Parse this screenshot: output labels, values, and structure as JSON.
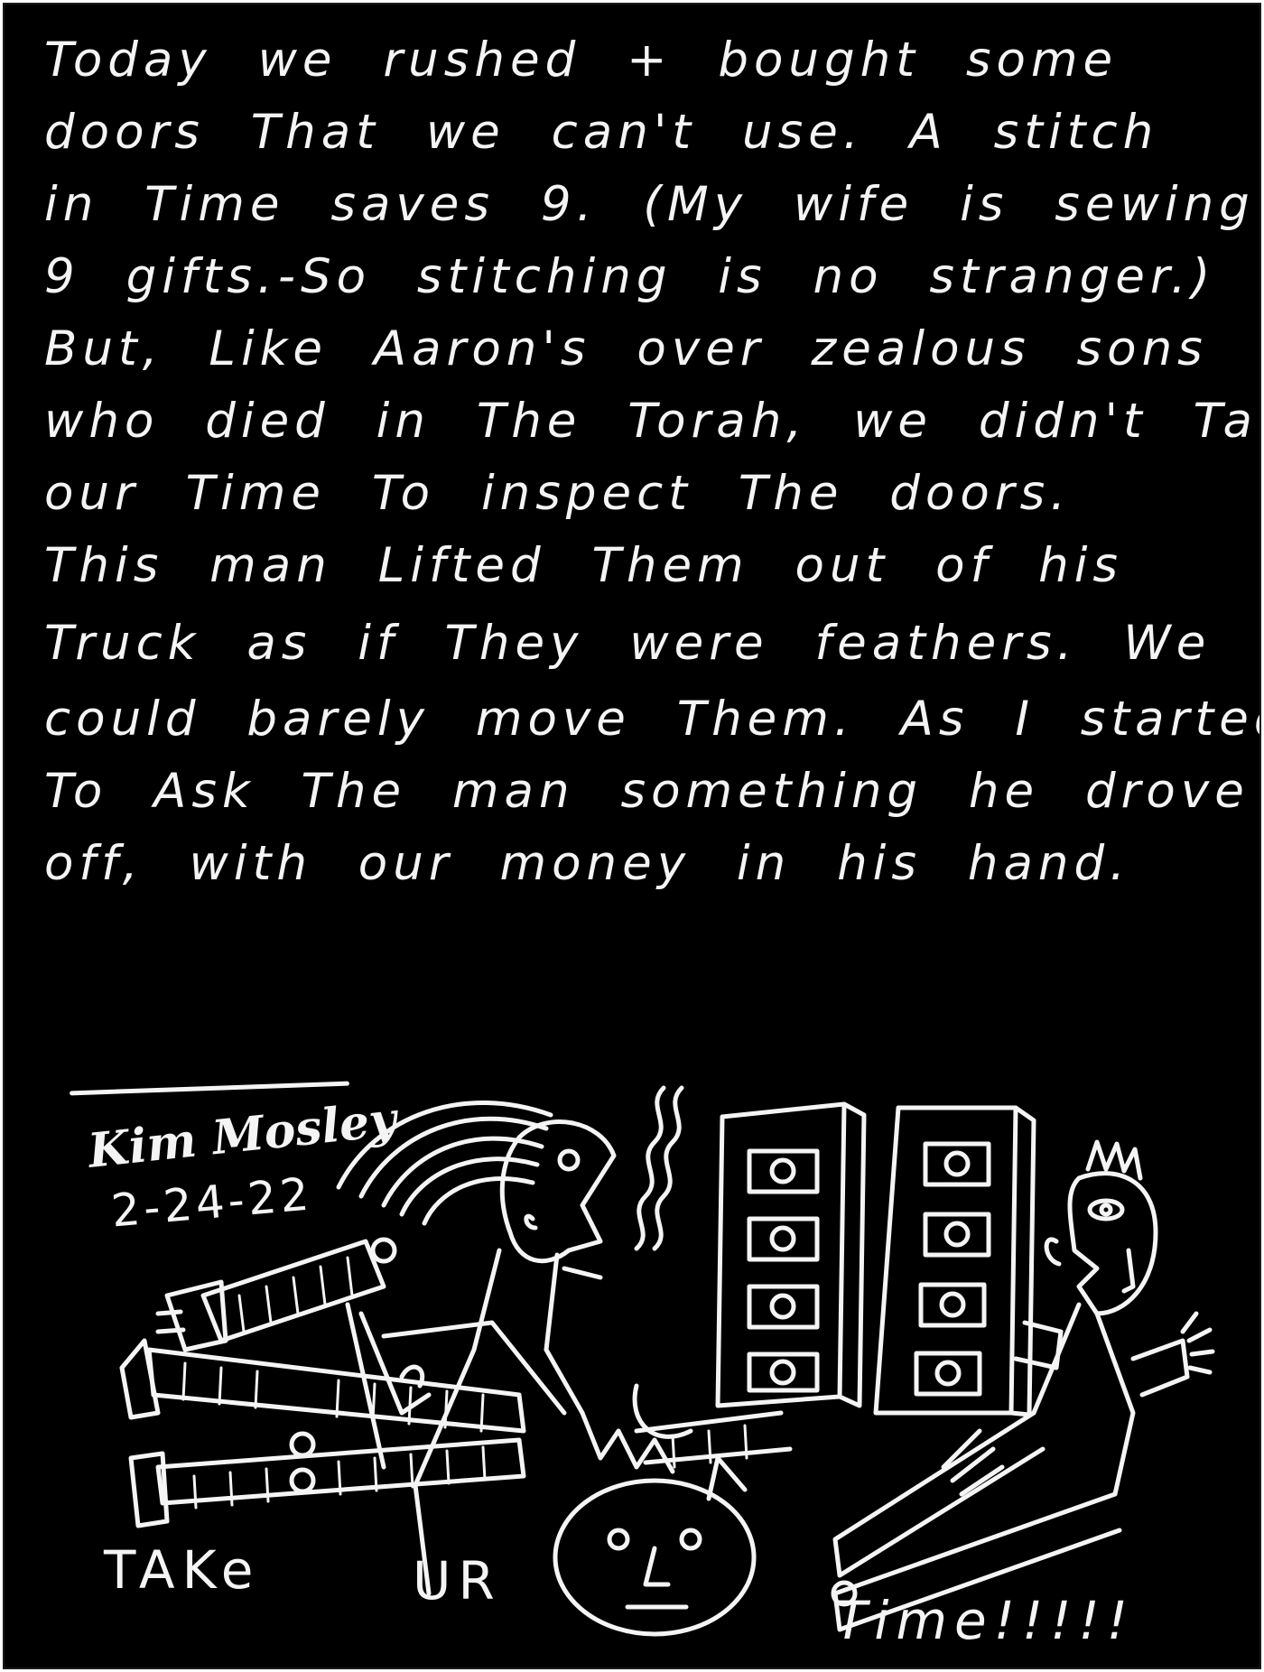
{
  "story": {
    "lines": [
      "Today we rushed + bought some",
      "doors That we can't use. A stitch",
      "in Time saves 9. (My wife is sewing",
      "9 gifts.-So stitching is no stranger.)",
      "But, Like Aaron's over zealous sons",
      "who died in The Torah, we didn't Take",
      "our Time To inspect The doors.",
      "This man Lifted Them out of his",
      "Truck as if They were feathers. We",
      "could barely move Them. As I started",
      "To Ask The man something he drove",
      "off, with our money in his hand."
    ]
  },
  "signature": {
    "name": "Kim Mosley",
    "date": "2-24-22"
  },
  "captions": {
    "take": "TAKe",
    "ur": "UR",
    "time": "Time!!!!!"
  },
  "colors": {
    "background": "#000000",
    "ink": "#f4f4f4"
  }
}
